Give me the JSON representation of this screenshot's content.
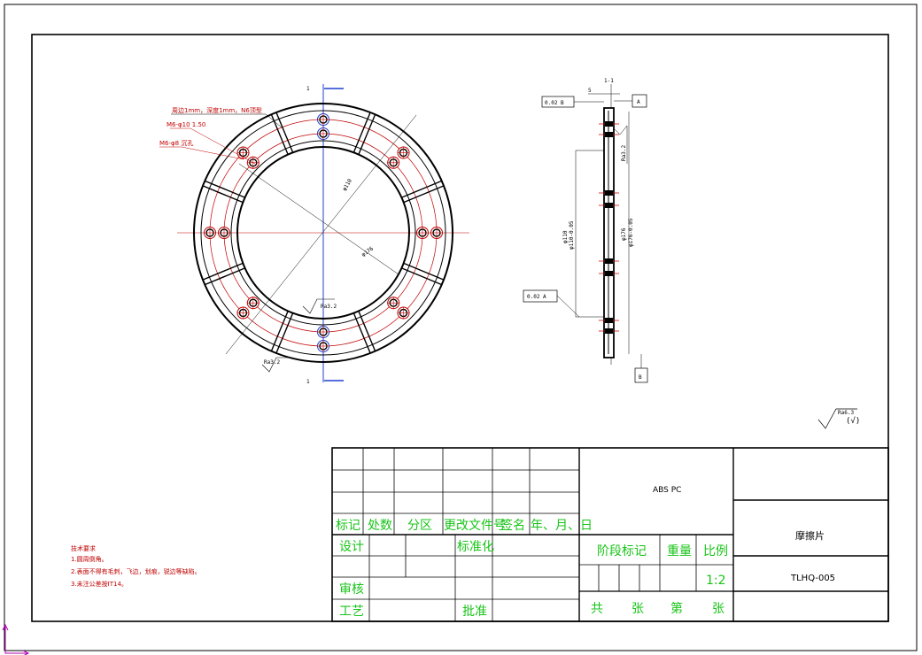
{
  "drawing": {
    "notes": {
      "title": "技术要求",
      "lines": [
        "1.圆周倒角。",
        "2.表面不得有毛刺，飞边，划痕，锐边等缺陷。",
        "3.未注公差按IT14。"
      ]
    },
    "front_view": {
      "section_mark_top": "1",
      "section_mark_bottom": "1",
      "leader_1": "周边1mm，深度1mm，N6顶型",
      "leader_2": "M6-φ10 1.50",
      "leader_3": "M6-φ8 沉孔",
      "dim_inner": "φ110",
      "dim_outer": "φ176",
      "roughness_1": "Ra3.2",
      "roughness_2": "Ra3.2"
    },
    "section_view": {
      "label": "1-1",
      "dim_top": "5",
      "datum_a": "A",
      "datum_b": "B",
      "tol_top": "0.02 B",
      "tol_left": "0.02 A",
      "roughness": "Ra3.2",
      "dim_inner_h": "φ110",
      "dim_inner_tol": "φ110-0.05",
      "dim_outer_h": "φ176",
      "dim_outer_tol": "φ176-0.05"
    },
    "general_roughness": "Ra6.3",
    "general_roughness_suffix": "(√)"
  },
  "title_block": {
    "headers": [
      "标记",
      "处数",
      "分区",
      "更改文件号",
      "签名",
      "年、月、日"
    ],
    "design": "设计",
    "standardization": "标准化",
    "review": "审核",
    "process": "工艺",
    "approve": "批准",
    "stage_mark": "阶段标记",
    "weight": "重量",
    "scale": "比例",
    "scale_value": "1:2",
    "total": "共",
    "sheets": "张",
    "number": "第",
    "sheet_of": "张",
    "material": "ABS PC",
    "part_name": "摩擦片",
    "part_code": "TLHQ-005"
  },
  "colors": {
    "green": "#18c418",
    "red": "#c00000",
    "blue": "#1f3fd0",
    "outline": "#000000"
  }
}
